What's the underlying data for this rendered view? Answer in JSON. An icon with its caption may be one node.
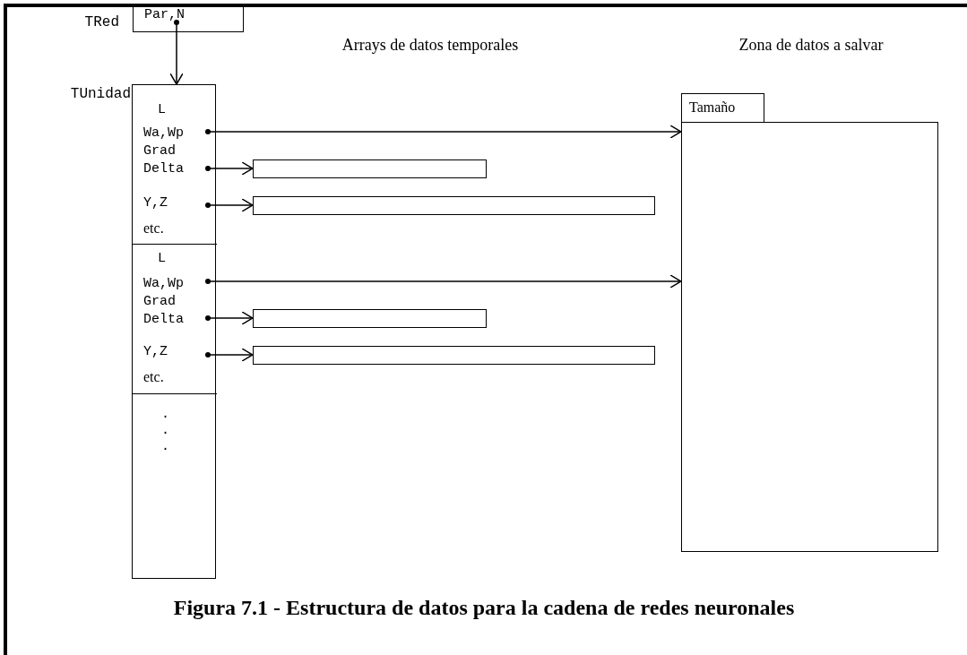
{
  "diagram": {
    "caption": "Figura 7.1 - Estructura de datos para la cadena de redes neuronales",
    "nodes": [
      {
        "text": [
          "Par,N"
        ],
        "beside": [
          "TRed"
        ]
      },
      {
        "text": [],
        "shape": "box",
        "beside": [
          "TUnidad"
        ]
      },
      {
        "text": [
          "L",
          "Wa,Wp",
          "Grad Delta",
          "Y,Z",
          "etc."
        ],
        "in": 1
      },
      {
        "text": [
          "L",
          "Wa,Wp",
          "Grad Delta",
          "Y,Z",
          "etc."
        ],
        "in": 1
      },
      {
        "text": [
          ". . ."
        ],
        "in": 1
      },
      {
        "text": [],
        "shape": "box"
      },
      {
        "text": [],
        "shape": "box"
      },
      {
        "text": [],
        "shape": "box"
      },
      {
        "text": [],
        "shape": "box"
      },
      {
        "text": [],
        "shape": "box"
      },
      {
        "text": [
          "Tamaño"
        ]
      }
    ],
    "edges": [
      {
        "from": 0,
        "to": 1,
        "arrow": "to"
      },
      {
        "from": 2,
        "to": 9,
        "arrow": "to"
      },
      {
        "from": 2,
        "to": 5,
        "arrow": "to"
      },
      {
        "from": 2,
        "to": 6,
        "arrow": "to"
      },
      {
        "from": 3,
        "to": 9,
        "arrow": "to"
      },
      {
        "from": 3,
        "to": 7,
        "arrow": "to"
      },
      {
        "from": 3,
        "to": 8,
        "arrow": "to"
      }
    ],
    "labels": [
      "Arrays de datos temporales",
      "Zona de datos a salvar"
    ]
  }
}
